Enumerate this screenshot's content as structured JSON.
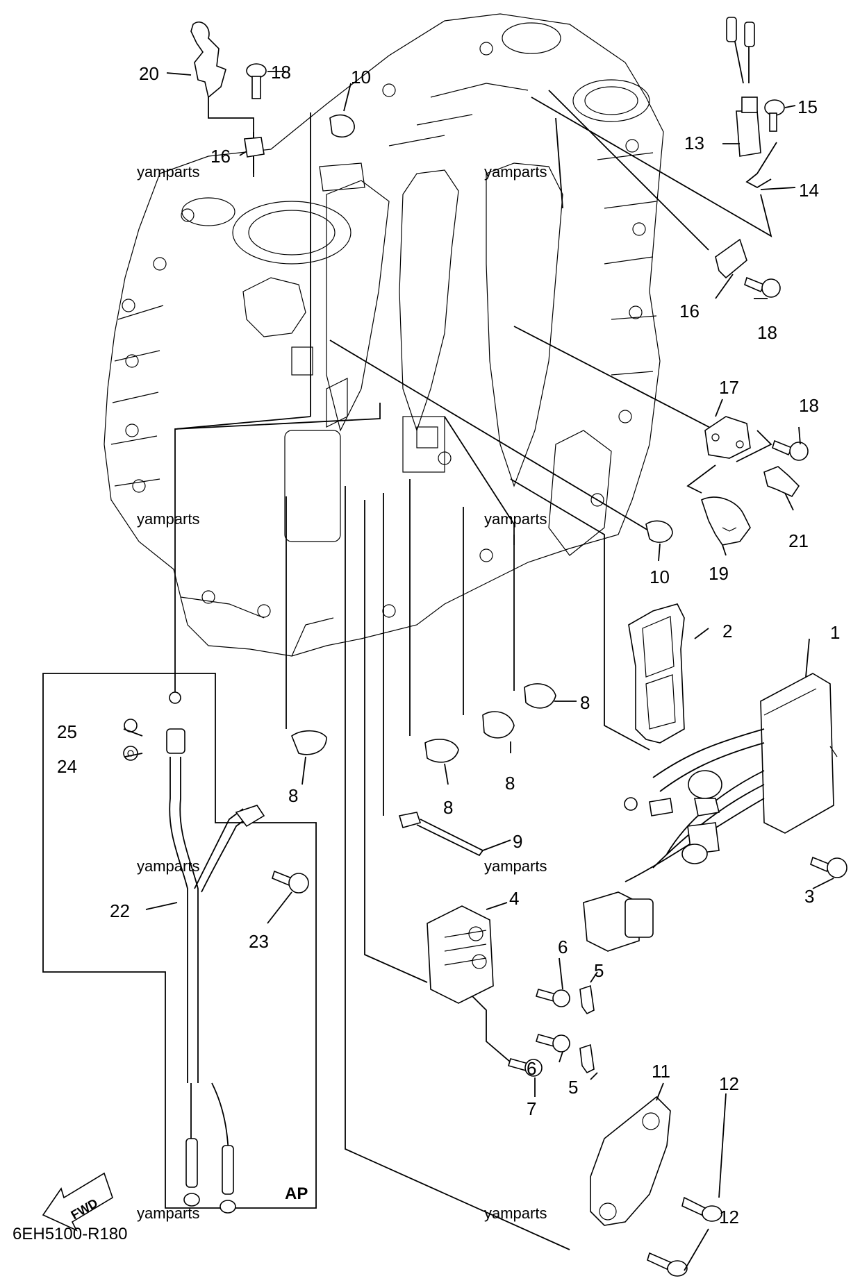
{
  "diagram_code": "6EH5100-R180",
  "watermark": "yamparts",
  "fwd_label": "FWD",
  "ap_label": "AP",
  "callouts": {
    "c1": "1",
    "c2": "2",
    "c3": "3",
    "c4": "4",
    "c5a": "5",
    "c5b": "5",
    "c6a": "6",
    "c6b": "6",
    "c7": "7",
    "c8a": "8",
    "c8b": "8",
    "c8c": "8",
    "c8d": "8",
    "c9": "9",
    "c10a": "10",
    "c10b": "10",
    "c11": "11",
    "c12a": "12",
    "c12b": "12",
    "c13": "13",
    "c14": "14",
    "c15": "15",
    "c16a": "16",
    "c16b": "16",
    "c17": "17",
    "c18a": "18",
    "c18b": "18",
    "c18c": "18",
    "c19": "19",
    "c20": "20",
    "c21": "21",
    "c22": "22",
    "c23": "23",
    "c24": "24",
    "c25": "25"
  }
}
